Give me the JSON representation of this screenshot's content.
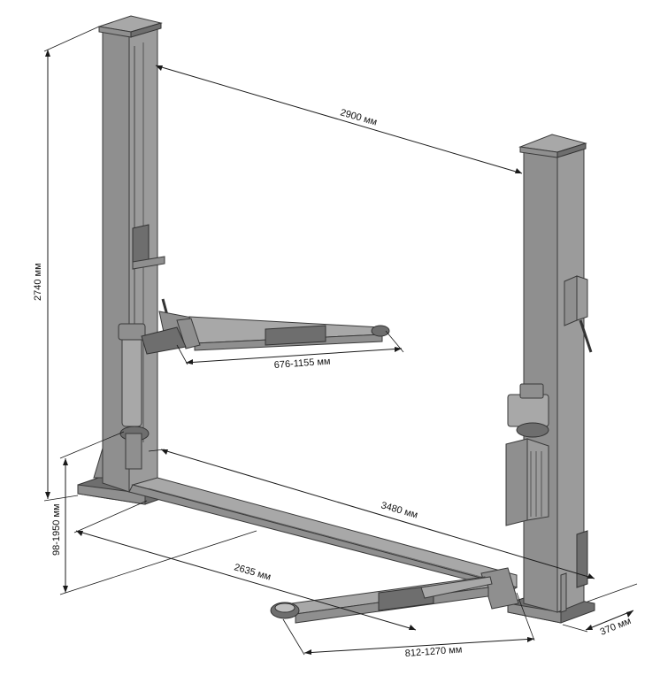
{
  "dimensions": {
    "post_height": "2740 мм",
    "post_spacing": "2900 мм",
    "rear_arm_reach": "676-1155 мм",
    "overall_length": "3480 мм",
    "lift_height": "98-1950 мм",
    "inner_width": "2635 мм",
    "front_arm_reach": "812-1270 мм",
    "base_depth": "370 мм"
  }
}
